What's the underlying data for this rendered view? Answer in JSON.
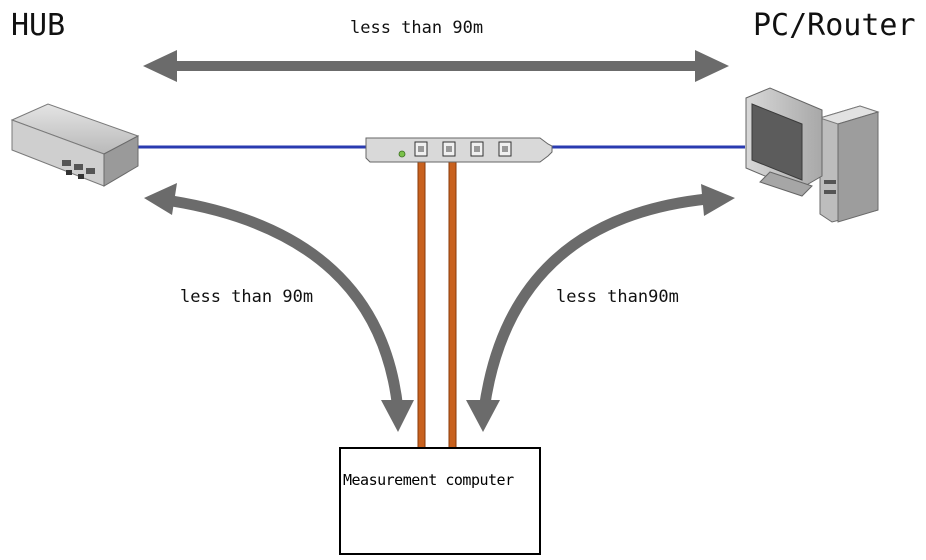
{
  "labels": {
    "hub": "HUB",
    "pc_router": "PC/Router",
    "top_distance": "less than 90m",
    "left_distance": "less than 90m",
    "right_distance": "less than90m",
    "measurement_computer": "Measurement computer"
  },
  "colors": {
    "arrow": "#6b6b6b",
    "network_cable": "#2a3bb0",
    "tap_cable": "#c8611e",
    "box_border": "#000000"
  },
  "icons": {
    "hub": "network-hub-icon",
    "tap": "network-tap-card-icon",
    "pc": "desktop-computer-icon"
  }
}
